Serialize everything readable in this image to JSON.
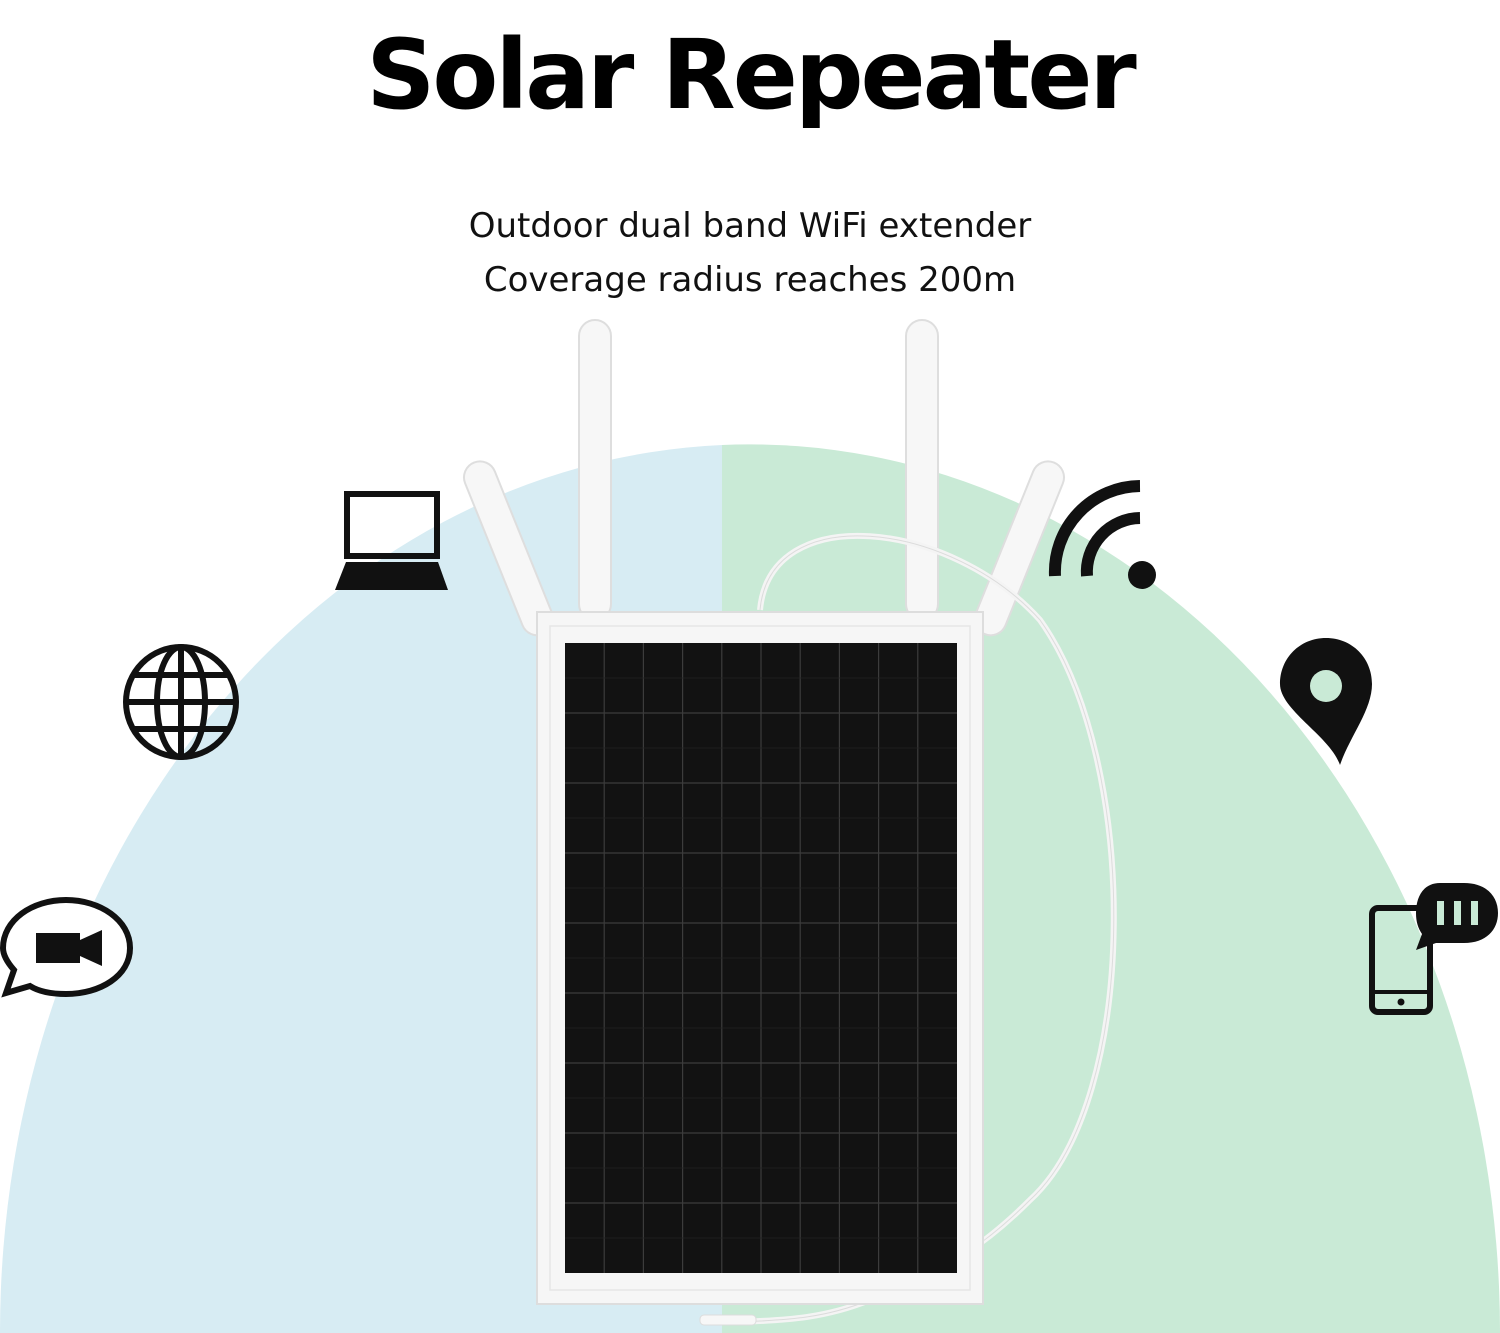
{
  "title": "Solar Repeater",
  "subtitle_lines": [
    "Outdoor dual band WiFi extender",
    "Coverage radius reaches 200m"
  ],
  "colors": {
    "background": "#ffffff",
    "coverage_left": "#d7ecf3",
    "coverage_right": "#c9ead6",
    "icon": "#111111",
    "solar_panel": "#121212",
    "panel_frame": "#f6f6f6",
    "antenna": "#f8f8f8"
  },
  "icons": [
    "laptop-icon",
    "globe-icon",
    "video-camera-chat-icon",
    "wifi-signal-icon",
    "location-pin-icon",
    "phone-message-icon"
  ],
  "panel_grid": {
    "columns": 10,
    "rows": 9
  }
}
